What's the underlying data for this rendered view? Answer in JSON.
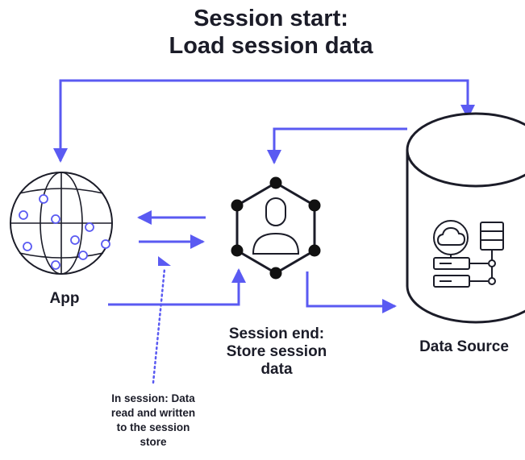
{
  "title": [
    "Session start:",
    "Load session data"
  ],
  "app": {
    "label": "App"
  },
  "session": {
    "end_label": [
      "Session end:",
      "Store session",
      "data"
    ]
  },
  "data_source": {
    "label": "Data Source"
  },
  "note": {
    "label": [
      "In session: Data",
      "read and written",
      "to the session",
      "store"
    ]
  },
  "colors": {
    "accent": "#5a5af2",
    "ink": "#1b1c28",
    "background": "#ffffff"
  },
  "icons": [
    "globe-icon",
    "user-network-icon",
    "database-icon",
    "cloud-icon",
    "server-icon"
  ]
}
